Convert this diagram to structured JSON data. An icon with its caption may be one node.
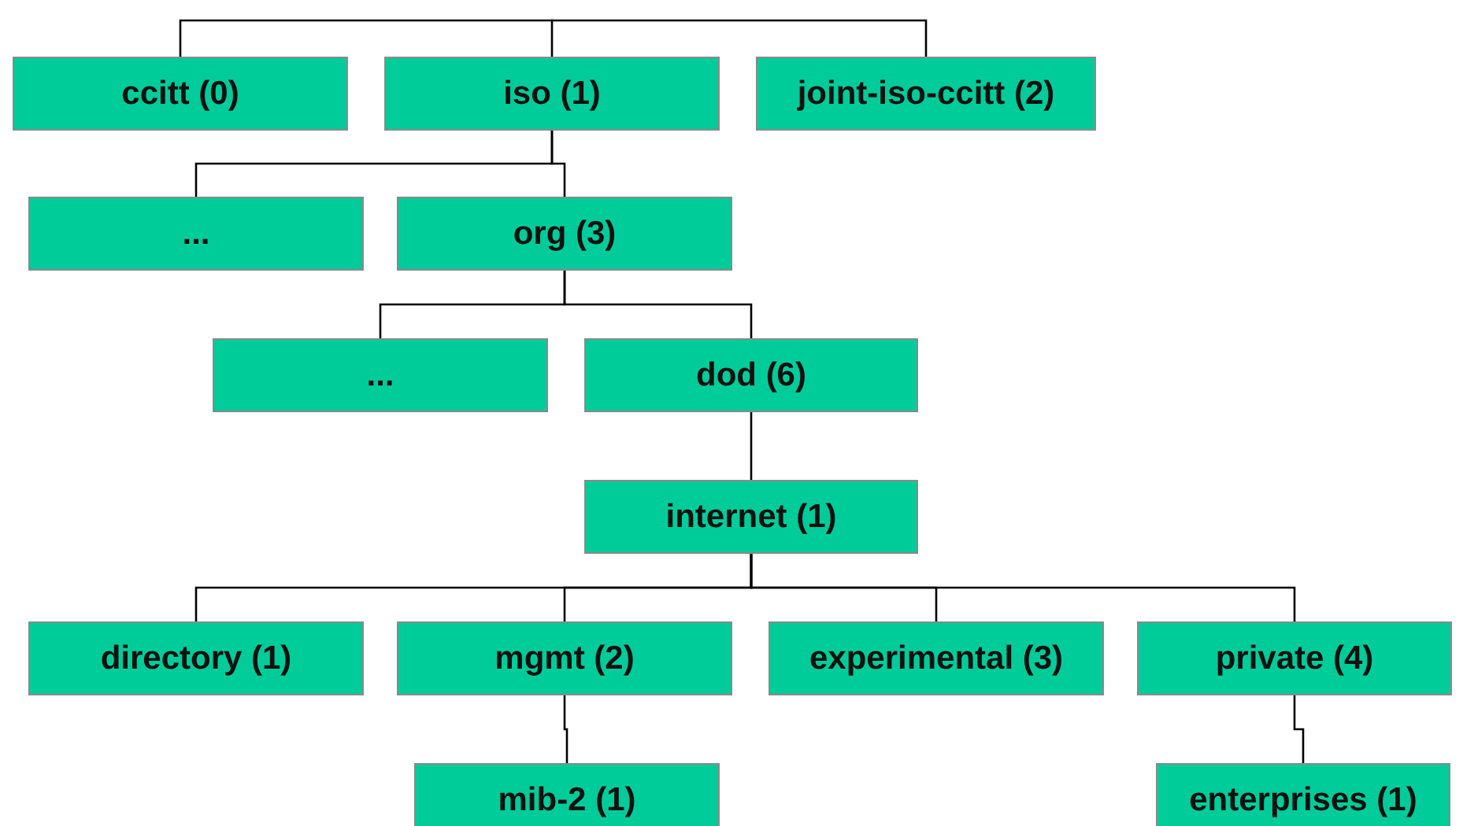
{
  "diagram": {
    "nodes": [
      {
        "text": [
          "ccitt (0)"
        ]
      },
      {
        "text": [
          "iso (1)"
        ]
      },
      {
        "text": [
          "joint-iso-ccitt (2)"
        ]
      },
      {
        "text": [
          "..."
        ]
      },
      {
        "text": [
          "org (3)"
        ]
      },
      {
        "text": [
          "..."
        ]
      },
      {
        "text": [
          "dod (6)"
        ]
      },
      {
        "text": [
          "internet (1)"
        ]
      },
      {
        "text": [
          "directory (1)"
        ]
      },
      {
        "text": [
          "mgmt (2)"
        ]
      },
      {
        "text": [
          "experimental (3)"
        ]
      },
      {
        "text": [
          "private (4)"
        ]
      },
      {
        "text": [
          "mib-2 (1)"
        ]
      },
      {
        "text": [
          "enterprises (1)"
        ]
      }
    ],
    "edges": [
      {
        "from": null,
        "to": 0,
        "arrow": "none"
      },
      {
        "from": null,
        "to": 1,
        "arrow": "none"
      },
      {
        "from": null,
        "to": 2,
        "arrow": "none"
      },
      {
        "from": 1,
        "to": 3,
        "arrow": "none"
      },
      {
        "from": 1,
        "to": 4,
        "arrow": "none"
      },
      {
        "from": 4,
        "to": 5,
        "arrow": "none"
      },
      {
        "from": 4,
        "to": 6,
        "arrow": "none"
      },
      {
        "from": 6,
        "to": 7,
        "arrow": "none"
      },
      {
        "from": 7,
        "to": 8,
        "arrow": "none"
      },
      {
        "from": 7,
        "to": 9,
        "arrow": "none"
      },
      {
        "from": 7,
        "to": 10,
        "arrow": "none"
      },
      {
        "from": 7,
        "to": 11,
        "arrow": "none"
      },
      {
        "from": 9,
        "to": 12,
        "arrow": "none"
      },
      {
        "from": 11,
        "to": 13,
        "arrow": "none"
      }
    ]
  }
}
